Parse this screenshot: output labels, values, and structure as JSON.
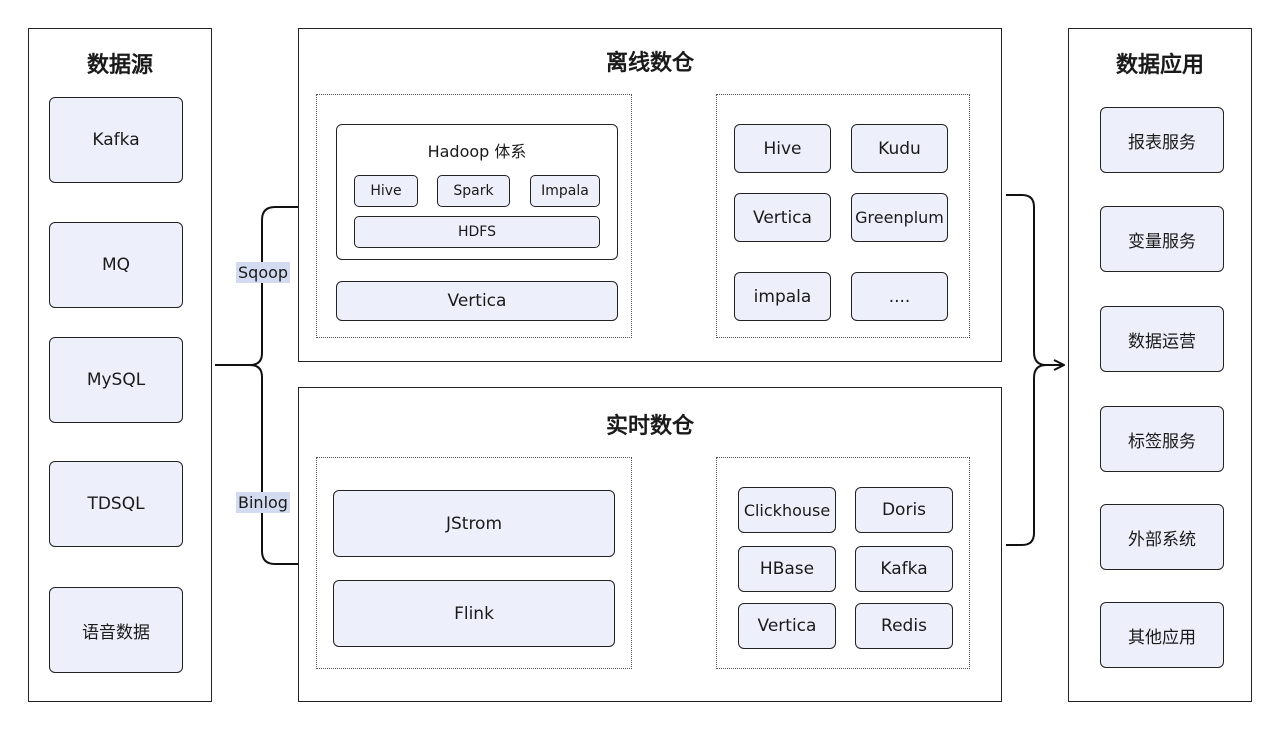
{
  "sources": {
    "title": "数据源",
    "items": [
      "Kafka",
      "MQ",
      "MySQL",
      "TDSQL",
      "语音数据"
    ]
  },
  "offline": {
    "title": "离线数仓",
    "hadoop": {
      "title": "Hadoop 体系",
      "items": [
        "Hive",
        "Spark",
        "Impala"
      ],
      "hdfs": "HDFS"
    },
    "vertica": "Vertica",
    "storage": [
      "Hive",
      "Kudu",
      "Vertica",
      "Greenplum",
      "impala",
      "...."
    ]
  },
  "realtime": {
    "title": "实时数仓",
    "engines": [
      "JStrom",
      "Flink"
    ],
    "storage": [
      "Clickhouse",
      "Doris",
      "HBase",
      "Kafka",
      "Vertica",
      "Redis"
    ]
  },
  "apps": {
    "title": "数据应用",
    "items": [
      "报表服务",
      "变量服务",
      "数据运营",
      "标签服务",
      "外部系统",
      "其他应用"
    ]
  },
  "edges": {
    "sqoop": "Sqoop",
    "binlog": "Binlog"
  }
}
